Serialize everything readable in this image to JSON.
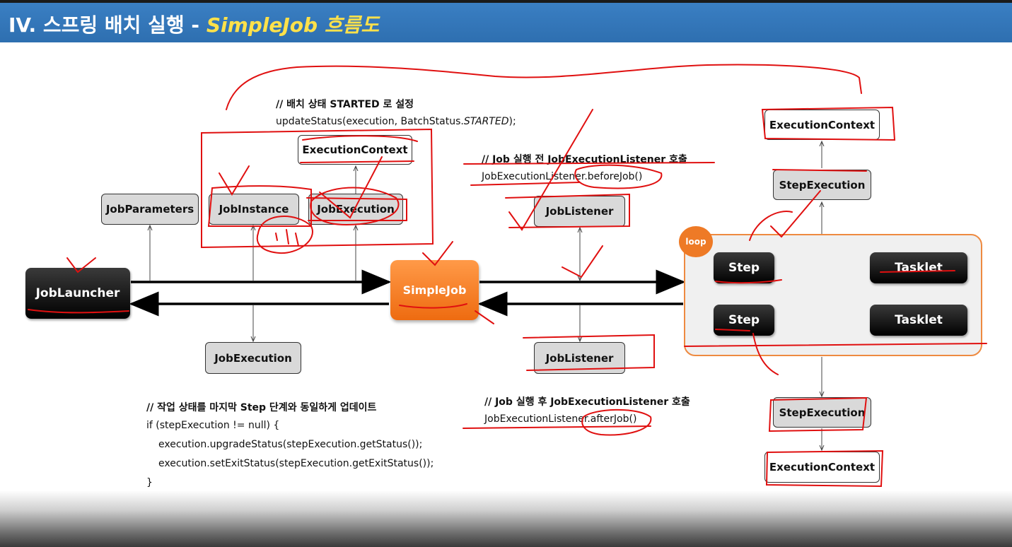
{
  "header": {
    "prefix": "IV. 스프링 배치 실행 - ",
    "highlight": "SimpleJob 흐름도"
  },
  "boxes": {
    "job_launcher": "JobLauncher",
    "job_parameters": "JobParameters",
    "job_instance": "JobInstance",
    "job_execution_top": "JobExecution",
    "execution_context_top": "ExecutionContext",
    "job_execution_bottom": "JobExecution",
    "simple_job": "SimpleJob",
    "job_listener_top": "JobListener",
    "job_listener_bottom": "JobListener",
    "execution_context_right_top": "ExecutionContext",
    "step_execution_top": "StepExecution",
    "loop": "loop",
    "step_1": "Step",
    "tasklet_1": "Tasklet",
    "step_2": "Step",
    "tasklet_2": "Tasklet",
    "step_execution_bottom": "StepExecution",
    "execution_context_right_bottom": "ExecutionContext"
  },
  "notes": {
    "started_comment": "// 배치 상태 STARTED 로 설정",
    "started_code_prefix": "updateStatus(execution, BatchStatus.",
    "started_code_italic": "STARTED",
    "started_code_suffix": ");",
    "before_comment": "// Job 실행 전 JobExecutionListener 호출",
    "before_code": "JobExecutionListener.beforeJob()",
    "after_comment": "// Job 실행 후 JobExecutionListener 호출",
    "after_code": "JobExecutionListener.afterJob()",
    "update_comment": "// 작업 상태를 마지막 Step 단계와 동일하게 업데이트",
    "update_line1": "if (stepExecution != null) {",
    "update_line2": "execution.upgradeStatus(stepExecution.getStatus());",
    "update_line3": "execution.setExitStatus(stepExecution.getExitStatus());",
    "update_line4": "}"
  },
  "colors": {
    "header_bg": "#2e6fb0",
    "header_highlight": "#ffe14a",
    "simplejob_orange": "#ee6b10",
    "annotation_red": "#e01010",
    "loop_border": "#ee8a40"
  }
}
